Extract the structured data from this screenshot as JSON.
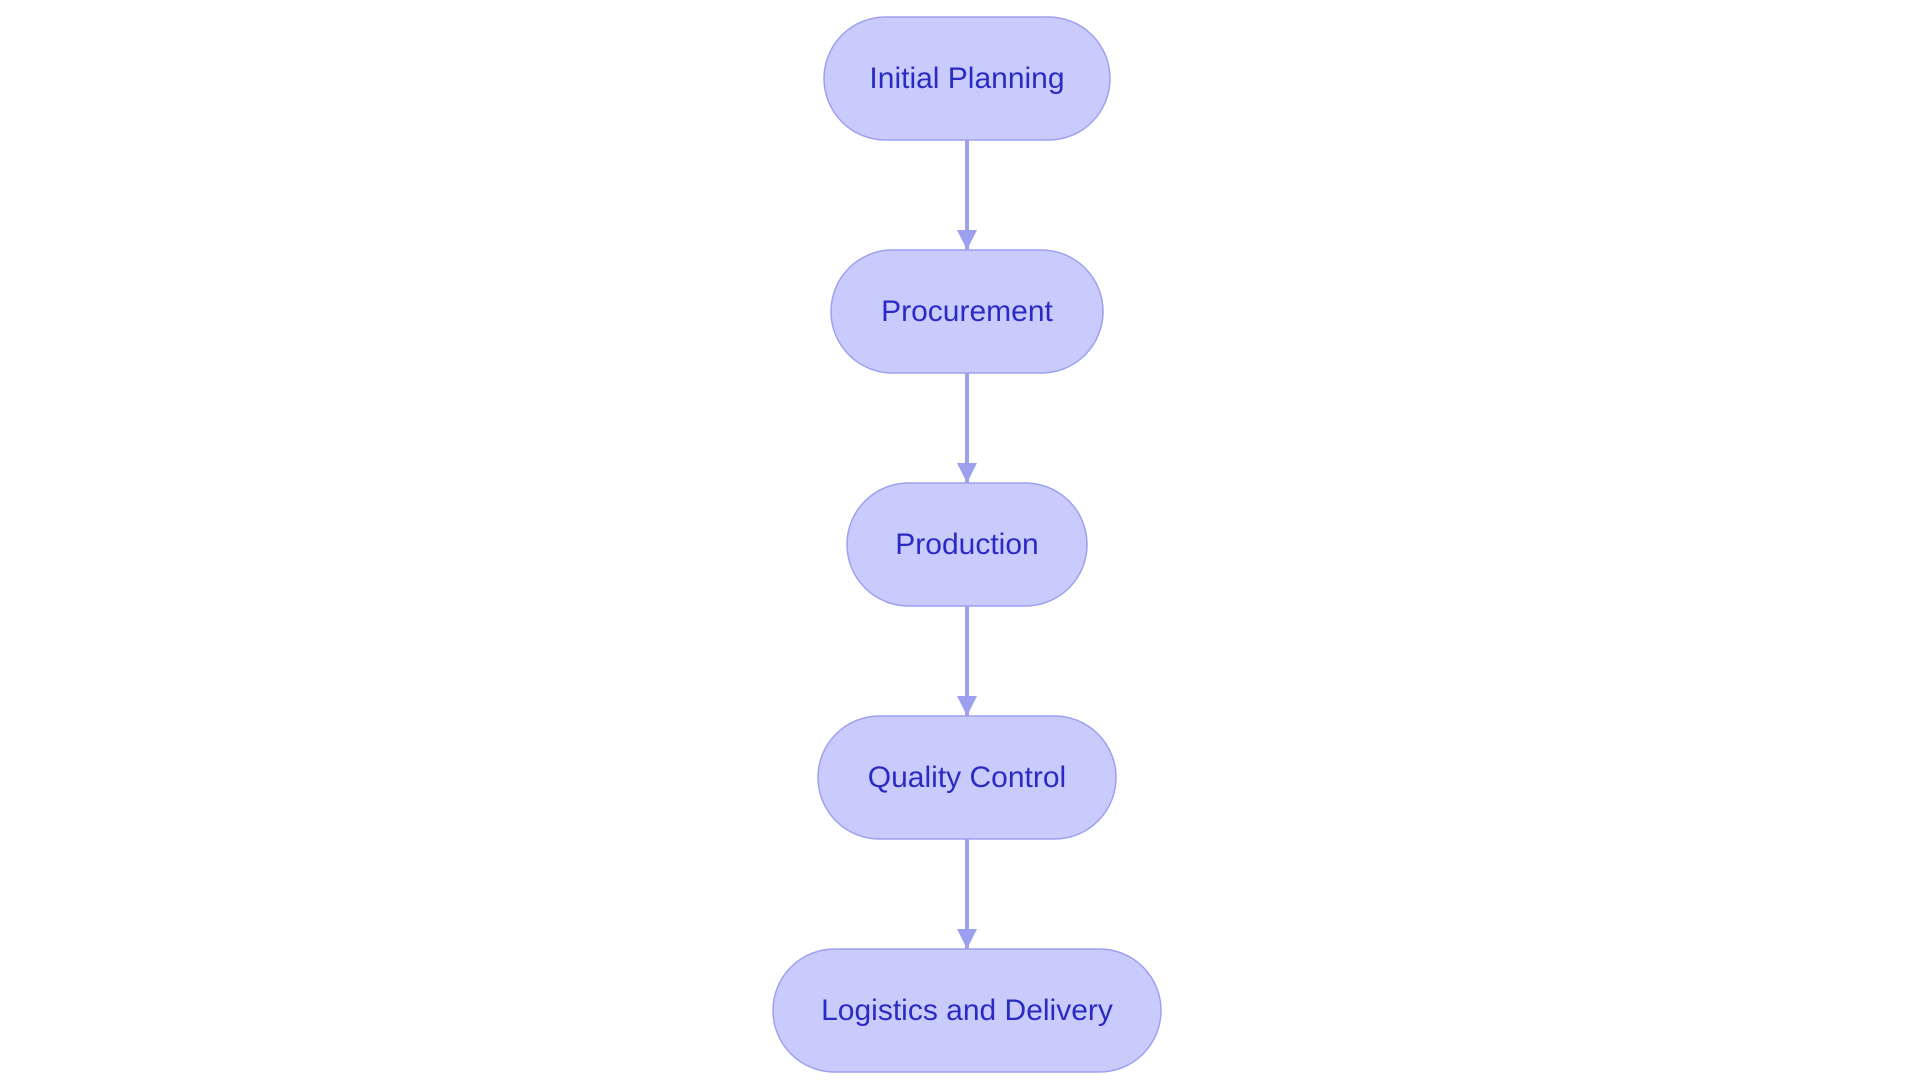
{
  "diagram": {
    "nodes": [
      {
        "id": "initial-planning",
        "label": "Initial Planning"
      },
      {
        "id": "procurement",
        "label": "Procurement"
      },
      {
        "id": "production",
        "label": "Production"
      },
      {
        "id": "quality-control",
        "label": "Quality Control"
      },
      {
        "id": "logistics-and-delivery",
        "label": "Logistics and Delivery"
      }
    ],
    "edges": [
      {
        "from": "initial-planning",
        "to": "procurement"
      },
      {
        "from": "procurement",
        "to": "production"
      },
      {
        "from": "production",
        "to": "quality-control"
      },
      {
        "from": "quality-control",
        "to": "logistics-and-delivery"
      }
    ],
    "colors": {
      "node_fill": "#c9cbfc",
      "node_stroke": "#9da0ef",
      "edge": "#9da0ef",
      "text": "#2b2bc4"
    }
  }
}
